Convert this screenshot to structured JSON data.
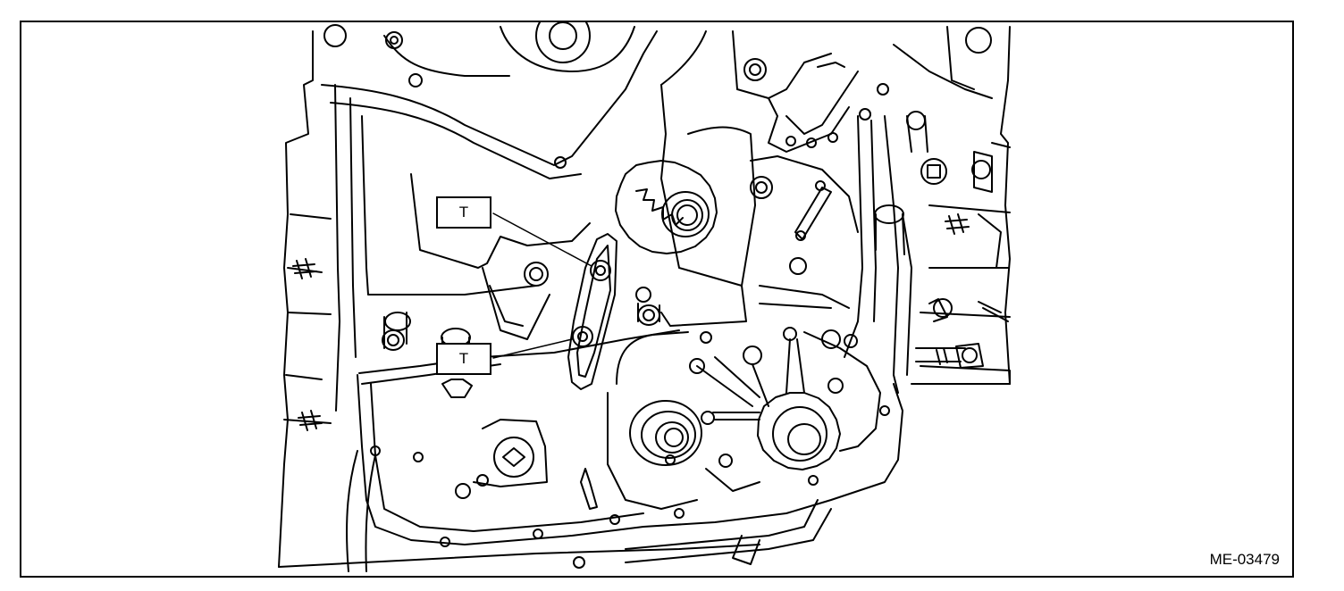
{
  "figure": {
    "callouts": [
      {
        "id": "callout-upper",
        "label": "T"
      },
      {
        "id": "callout-lower",
        "label": "T"
      }
    ],
    "figure_id": "ME-03479"
  }
}
